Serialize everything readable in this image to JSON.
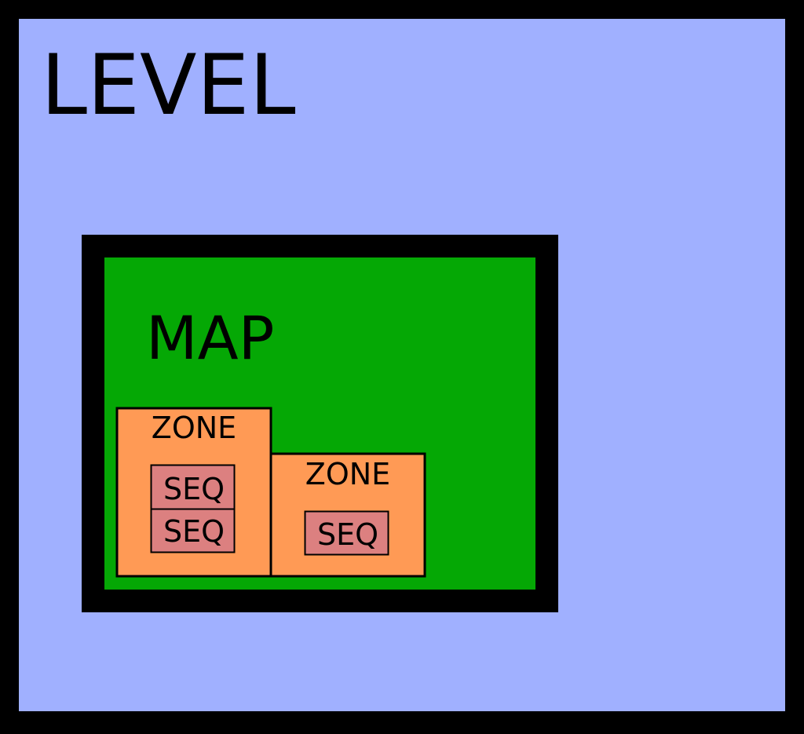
{
  "diagram": {
    "level": {
      "label": "LEVEL",
      "fill_color": "#a0b0ff",
      "border_color": "#000000"
    },
    "map": {
      "label": "MAP",
      "fill_color": "#05a805",
      "border_color": "#000000"
    },
    "zones": [
      {
        "label": "ZONE",
        "sequences": [
          "SEQ",
          "SEQ"
        ]
      },
      {
        "label": "ZONE",
        "sequences": [
          "SEQ"
        ]
      }
    ],
    "zone_fill_color": "#ff9a55",
    "seq_fill_color": "#dc8080"
  }
}
